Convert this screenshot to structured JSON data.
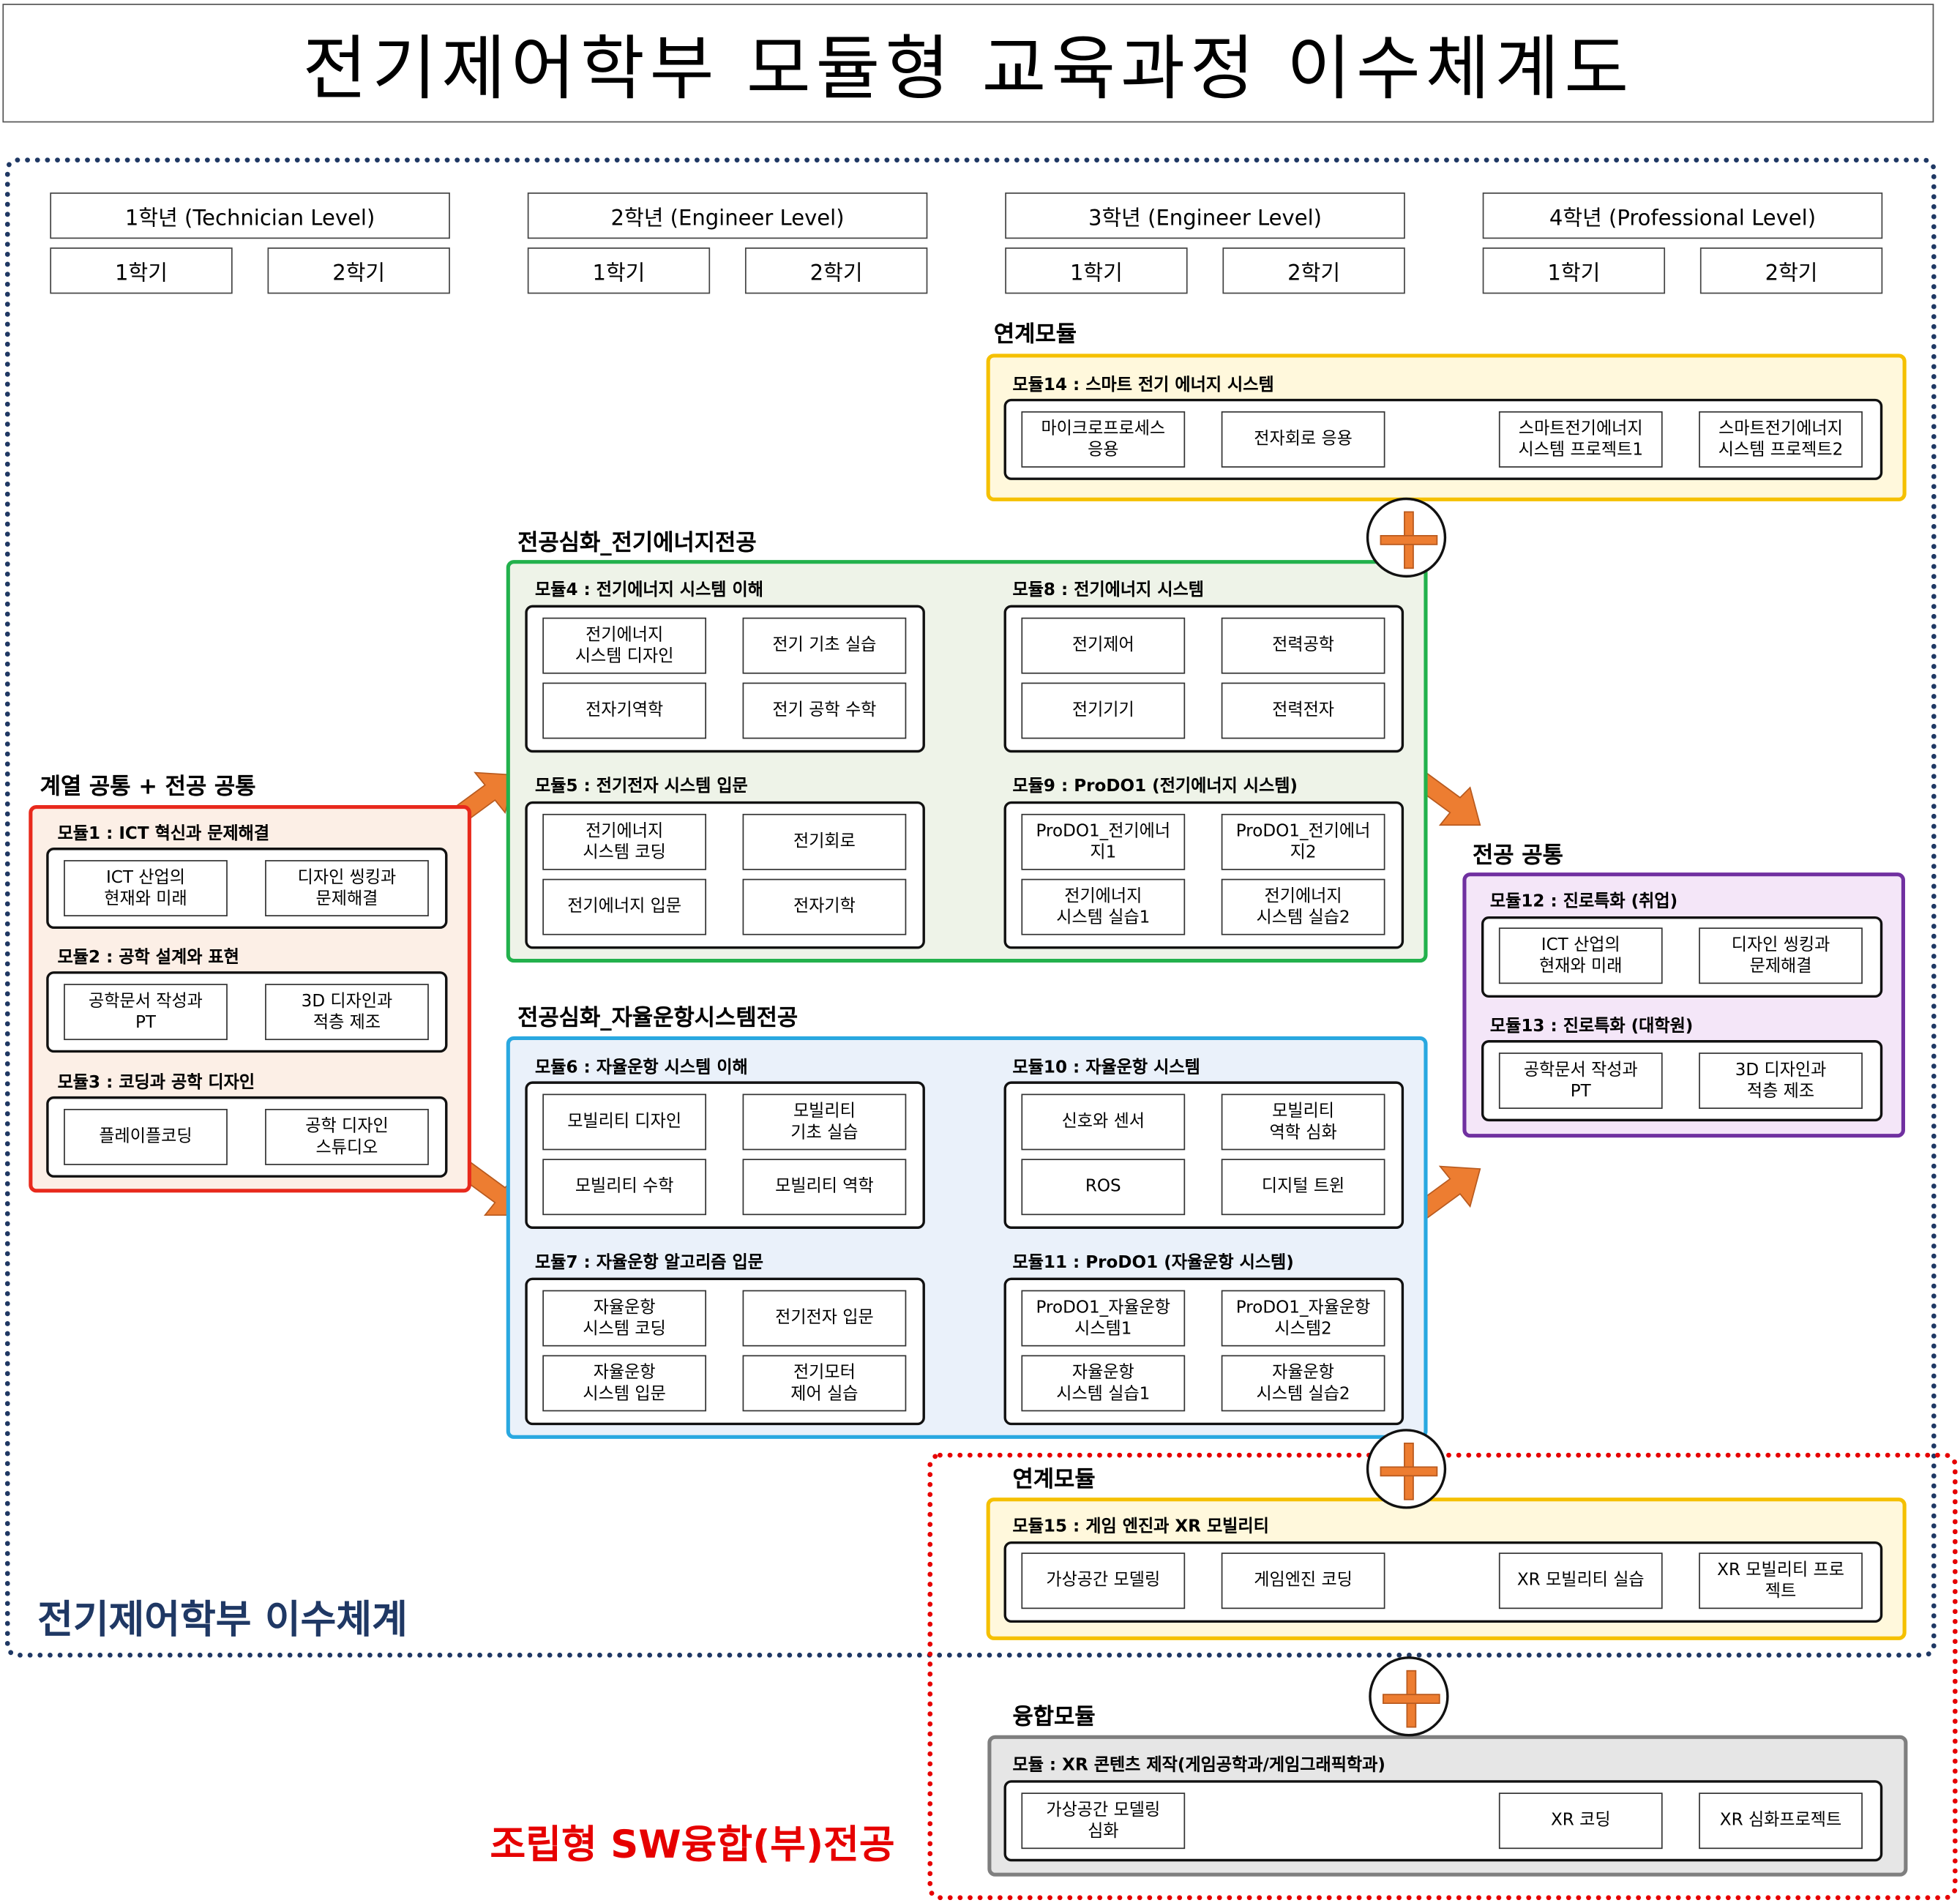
{
  "title": "전기제어학부 모듈형 교육과정 이수체계도",
  "years": [
    {
      "label": "1학년 (Technician Level)",
      "semesters": [
        "1학기",
        "2학기"
      ]
    },
    {
      "label": "2학년 (Engineer Level)",
      "semesters": [
        "1학기",
        "2학기"
      ]
    },
    {
      "label": "3학년 (Engineer Level)",
      "semesters": [
        "1학기",
        "2학기"
      ]
    },
    {
      "label": "4학년 (Professional Level)",
      "semesters": [
        "1학기",
        "2학기"
      ]
    }
  ],
  "sections": {
    "linked_top": "연계모듈",
    "energy": "전공심화_전기에너지전공",
    "autonomous": "전공심화_자율운항시스템전공",
    "common_left": "계열 공통 + 전공 공통",
    "common_right": "전공 공통",
    "linked_bottom": "연계모듈",
    "fusion": "융합모듈",
    "dept_system": "전기제어학부 이수체계",
    "sw_minor": "조립형 SW융합(부)전공"
  },
  "modules": {
    "m1": {
      "title": "모듈1 : ICT 혁신과 문제해결",
      "courses": [
        "ICT 산업의\n현재와 미래",
        "디자인 씽킹과\n문제해결"
      ]
    },
    "m2": {
      "title": "모듈2 : 공학 설계와 표현",
      "courses": [
        "공학문서 작성과\nPT",
        "3D 디자인과\n적층 제조"
      ]
    },
    "m3": {
      "title": "모듈3 : 코딩과 공학 디자인",
      "courses": [
        "플레이플코딩",
        "공학 디자인\n스튜디오"
      ]
    },
    "m4": {
      "title": "모듈4 : 전기에너지 시스템 이해",
      "courses": [
        "전기에너지\n시스템 디자인",
        "전기 기초 실습",
        "전자기역학",
        "전기 공학 수학"
      ]
    },
    "m5": {
      "title": "모듈5 : 전기전자 시스템 입문",
      "courses": [
        "전기에너지\n시스템 코딩",
        "전기회로",
        "전기에너지 입문",
        "전자기학"
      ]
    },
    "m6": {
      "title": "모듈6 : 자율운항 시스템 이해",
      "courses": [
        "모빌리티 디자인",
        "모빌리티\n기초 실습",
        "모빌리티 수학",
        "모빌리티 역학"
      ]
    },
    "m7": {
      "title": "모듈7 : 자율운항 알고리즘 입문",
      "courses": [
        "자율운항\n시스템 코딩",
        "전기전자 입문",
        "자율운항\n시스템 입문",
        "전기모터\n제어 실습"
      ]
    },
    "m8": {
      "title": "모듈8 : 전기에너지 시스템",
      "courses": [
        "전기제어",
        "전력공학",
        "전기기기",
        "전력전자"
      ]
    },
    "m9": {
      "title": "모듈9 : ProDO1 (전기에너지 시스템)",
      "courses": [
        "ProDO1_전기에너\n지1",
        "ProDO1_전기에너\n지2",
        "전기에너지\n시스템 실습1",
        "전기에너지\n시스템 실습2"
      ]
    },
    "m10": {
      "title": "모듈10 : 자율운항 시스템",
      "courses": [
        "신호와 센서",
        "모빌리티\n역학 심화",
        "ROS",
        "디지털 트윈"
      ]
    },
    "m11": {
      "title": "모듈11 : ProDO1 (자율운항 시스템)",
      "courses": [
        "ProDO1_자율운항\n시스템1",
        "ProDO1_자율운항\n시스템2",
        "자율운항\n시스템 실습1",
        "자율운항\n시스템 실습2"
      ]
    },
    "m12": {
      "title": "모듈12 : 진로특화 (취업)",
      "courses": [
        "ICT 산업의\n현재와 미래",
        "디자인 씽킹과\n문제해결"
      ]
    },
    "m13": {
      "title": "모듈13 : 진로특화 (대학원)",
      "courses": [
        "공학문서 작성과\nPT",
        "3D 디자인과\n적층 제조"
      ]
    },
    "m14": {
      "title": "모듈14 : 스마트 전기 에너지 시스템",
      "courses": [
        "마이크로프로세스\n응용",
        "전자회로 응용",
        "스마트전기에너지\n시스템 프로젝트1",
        "스마트전기에너지\n시스템 프로젝트2"
      ]
    },
    "m15": {
      "title": "모듈15 : 게임 엔진과 XR 모빌리티",
      "courses": [
        "가상공간 모델링",
        "게임엔진 코딩",
        "XR 모빌리티 실습",
        "XR 모빌리티 프로\n젝트"
      ]
    },
    "fusion": {
      "title": "모듈 : XR 콘텐츠 제작(게임공학과/게임그래픽학과)",
      "courses": [
        "가상공간 모델링\n심화",
        "XR 코딩",
        "XR 심화프로젝트"
      ]
    }
  },
  "colors": {
    "arrow": "#ed7d31",
    "navy": "#1f3864",
    "red": "#e60000"
  }
}
